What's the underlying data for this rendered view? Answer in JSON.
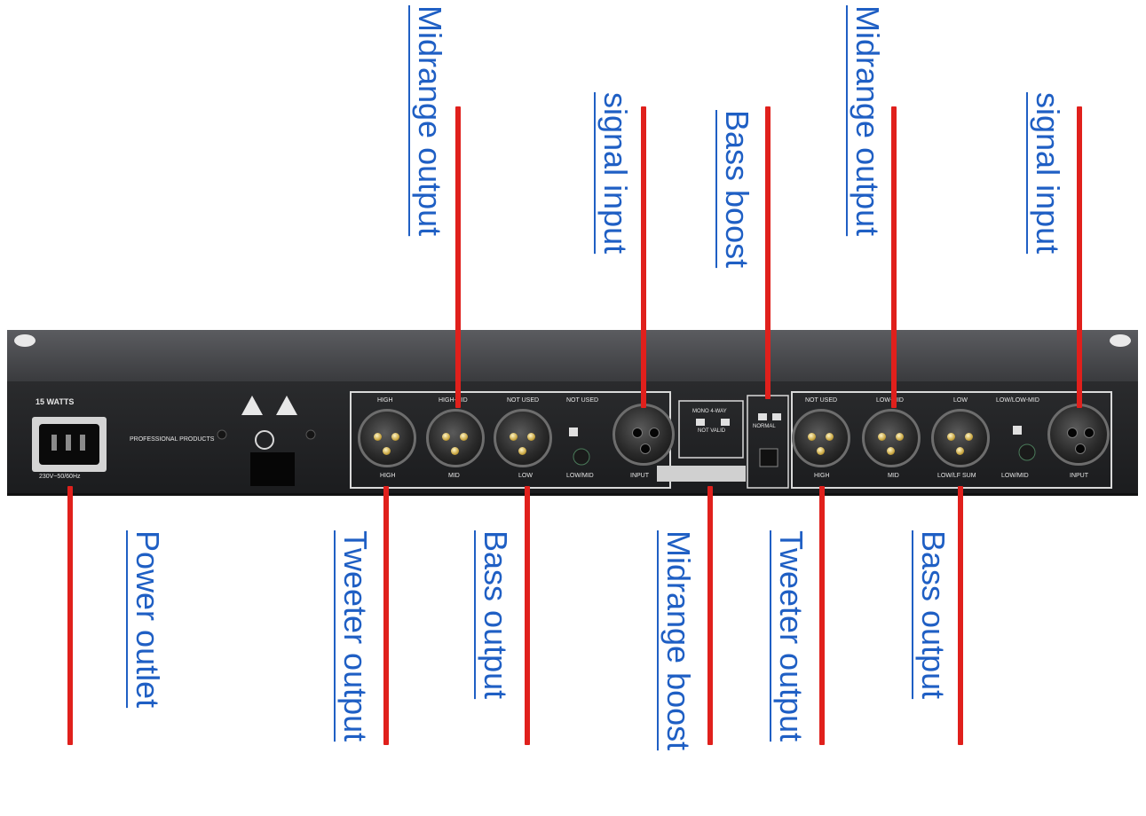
{
  "title": "",
  "colors": {
    "label_text": "#1f5fc4",
    "leader_line": "#e0201c",
    "chassis": "#2d2e30",
    "chassis_top": "#4a4b4e",
    "panel_line": "#d9d9d9"
  },
  "device": {
    "power_rating": "15 WATTS",
    "power_voltage": "230V~50/60Hz",
    "brand_lines": [
      "PROFESSIONAL PRODUCTS"
    ],
    "channel_a": {
      "top_labels": [
        "HIGH",
        "HIGH-MID",
        "NOT USED",
        "NOT USED"
      ],
      "bottom_labels": [
        "HIGH",
        "MID",
        "LOW",
        "LOW/MID",
        "INPUT"
      ]
    },
    "mode_labels": [
      "MONO 4-WAY",
      "NOT VALID"
    ],
    "switch_labels": [
      "NORMAL"
    ],
    "channel_b": {
      "top_labels": [
        "NOT USED",
        "LOW-MID",
        "LOW",
        "LOW/LOW-MID"
      ],
      "bottom_labels": [
        "HIGH",
        "MID",
        "LOW/LF SUM",
        "LOW/MID",
        "INPUT"
      ]
    },
    "polarity_label": "ø",
    "icon": "warning-triangle-icon"
  },
  "callouts": [
    {
      "id": "midrange-output-1",
      "text": "Midrange output"
    },
    {
      "id": "signal-input-1",
      "text": "signal input"
    },
    {
      "id": "bass-boost",
      "text": "Bass boost"
    },
    {
      "id": "midrange-output-2",
      "text": "Midrange output"
    },
    {
      "id": "signal-input-2",
      "text": "signal input"
    },
    {
      "id": "power-outlet",
      "text": "Power outlet"
    },
    {
      "id": "tweeter-output-1",
      "text": "Tweeter output"
    },
    {
      "id": "bass-output-1",
      "text": "Bass output"
    },
    {
      "id": "midrange-boost",
      "text": "Midrange boost"
    },
    {
      "id": "tweeter-output-2",
      "text": "Tweeter output"
    },
    {
      "id": "bass-output-2",
      "text": "Bass output"
    }
  ]
}
